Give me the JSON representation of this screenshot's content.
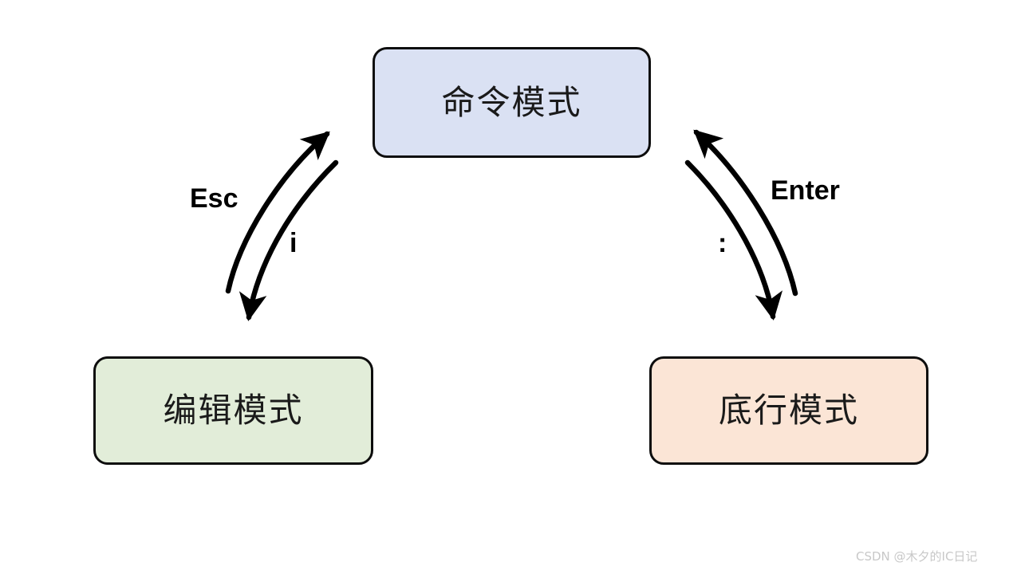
{
  "diagram": {
    "title": "Vim mode transition diagram",
    "background_color": "#ffffff",
    "nodes": [
      {
        "id": "command",
        "label": "命令模式",
        "fill_color": "#dae1f3",
        "stroke_color": "#0d0d0d",
        "position": "top-center"
      },
      {
        "id": "edit",
        "label": "编辑模式",
        "fill_color": "#e2edd9",
        "stroke_color": "#0d0d0d",
        "position": "bottom-left"
      },
      {
        "id": "lastline",
        "label": "底行模式",
        "fill_color": "#fbe5d6",
        "stroke_color": "#0d0d0d",
        "position": "bottom-right"
      }
    ],
    "edges": [
      {
        "id": "edit-to-command",
        "label": "Esc",
        "from": "编辑模式",
        "to": "命令模式",
        "direction": "up",
        "stroke_color": "#000000"
      },
      {
        "id": "command-to-edit",
        "label": "i",
        "from": "命令模式",
        "to": "编辑模式",
        "direction": "down",
        "stroke_color": "#000000"
      },
      {
        "id": "lastline-to-command",
        "label": "Enter",
        "from": "底行模式",
        "to": "命令模式",
        "direction": "up",
        "stroke_color": "#000000"
      },
      {
        "id": "command-to-lastline",
        "label": ":",
        "from": "命令模式",
        "to": "底行模式",
        "direction": "down",
        "stroke_color": "#000000"
      }
    ]
  },
  "watermark": {
    "text": "CSDN @木夕的IC日记",
    "color": "#c8c8c8"
  }
}
